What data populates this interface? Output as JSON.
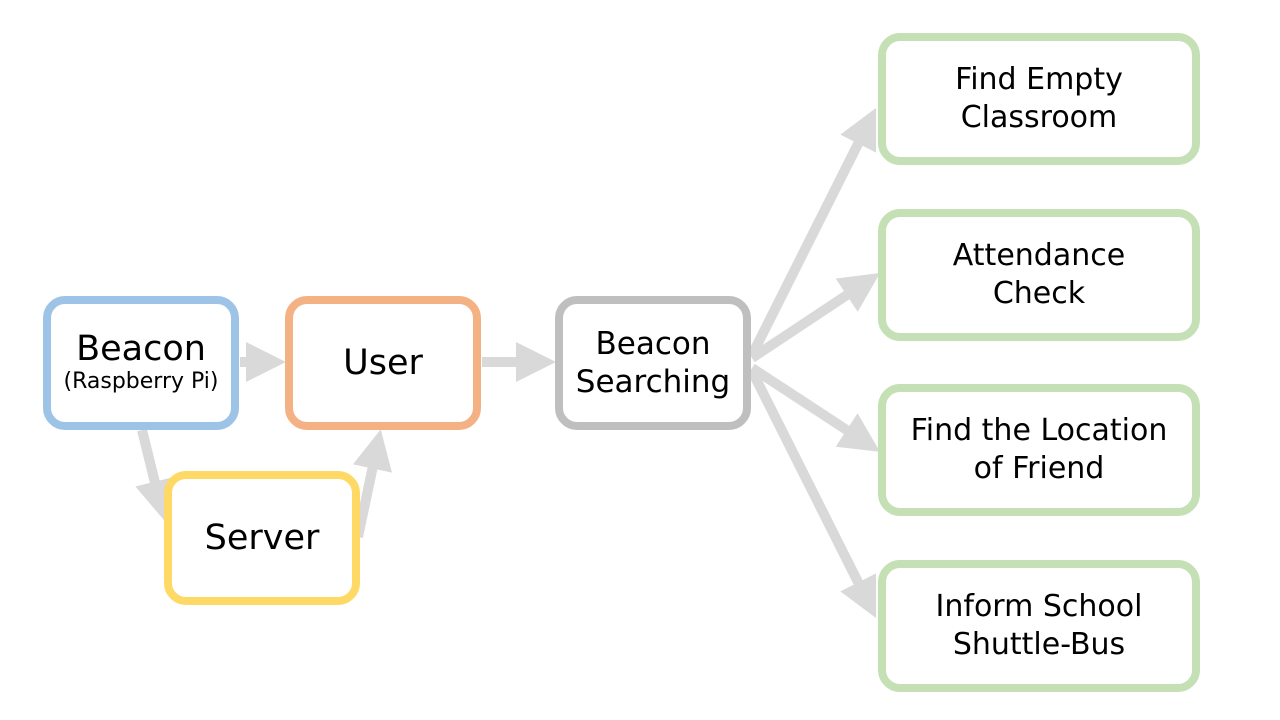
{
  "nodes": {
    "beacon": {
      "label": "Beacon",
      "sublabel": "(Raspberry Pi)"
    },
    "user": {
      "label": "User"
    },
    "server": {
      "label": "Server"
    },
    "beacon_searching": {
      "lines": [
        "Beacon",
        "Searching"
      ]
    },
    "outputs": [
      {
        "lines": [
          "Find Empty",
          "Classroom"
        ]
      },
      {
        "lines": [
          "Attendance",
          "Check"
        ]
      },
      {
        "lines": [
          "Find the Location",
          "of Friend"
        ]
      },
      {
        "lines": [
          "Inform School",
          "Shuttle-Bus"
        ]
      }
    ]
  },
  "colors": {
    "beacon_border": "#9dc3e6",
    "user_border": "#f4b183",
    "server_border": "#ffd966",
    "searching_border": "#bfbfbf",
    "output_border": "#c5e0b4",
    "arrow": "#d9d9d9"
  }
}
